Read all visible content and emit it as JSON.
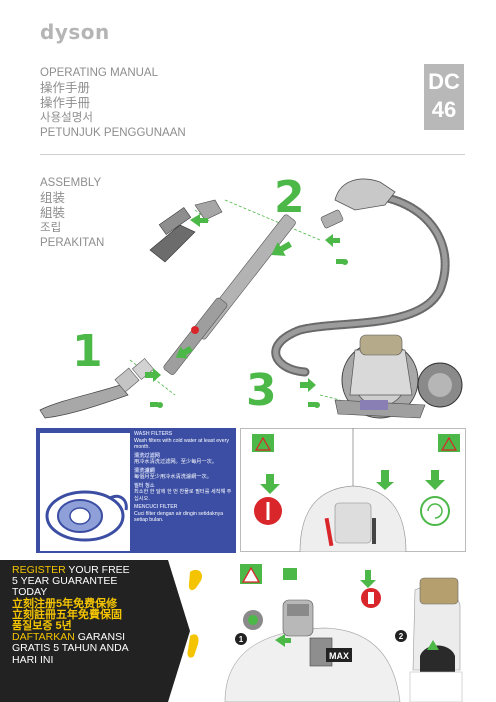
{
  "brand": "dyson",
  "titles": {
    "en": "OPERATING MANUAL",
    "zh_cn": "操作手册",
    "zh_tw": "操作手冊",
    "ko": "사용설명서",
    "id": "PETUNJUK PENGGUNAAN"
  },
  "model": {
    "line1": "DC",
    "line2": "46"
  },
  "assembly": {
    "en": "ASSEMBLY",
    "zh_cn": "组装",
    "zh_tw": "組裝",
    "ko": "조립",
    "id": "PERAKITAN"
  },
  "steps": [
    "1",
    "2",
    "3"
  ],
  "wash": {
    "heading_en": "WASH FILTERS",
    "text_en": "Wash filters with cold water at least every month.",
    "heading_cn": "清洗过滤网",
    "text_cn": "用冷水清洗过滤网。至少每月一次。",
    "heading_tw": "清洗濾網",
    "text_tw": "每個月至少用冷水清洗濾網一次。",
    "heading_ko": "필터 청소",
    "text_ko": "최소한 한 달에 한 번 찬물로 필터를 세척해 주십시오.",
    "heading_id": "MENCUCI FILTER",
    "text_id": "Cuci filter dengan air dingin setidaknya setiap bulan."
  },
  "promo": {
    "l1a": "REGISTER",
    "l1b": " YOUR FREE",
    "l2": "5 YEAR GUARANTEE",
    "l3": "TODAY",
    "l4": "立刻注册5年免费保修",
    "l5": "立刻註冊五年免費保固",
    "l6": "품질보증 5년",
    "l7a": "DAFTARKAN",
    "l7b": " GARANSI",
    "l8": "GRATIS 5 TAHUN ANDA",
    "l9": "HARI INI"
  },
  "badges": {
    "max": "MAX",
    "n1": "1",
    "n2": "2"
  },
  "colors": {
    "green": "#4cb848",
    "red": "#d9262b",
    "blue": "#3b4ea3",
    "yellow": "#f4c400",
    "purple": "#8a7fb5",
    "grey": "#8d8d8d"
  }
}
